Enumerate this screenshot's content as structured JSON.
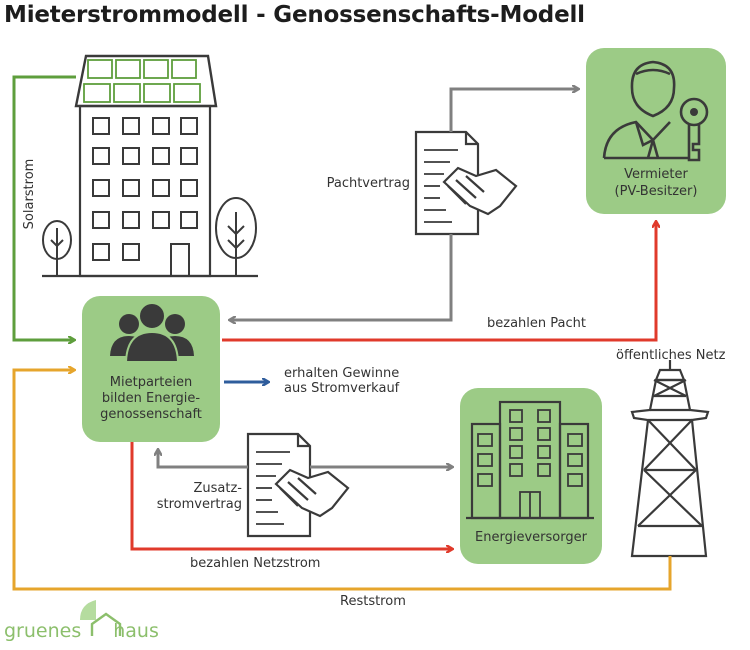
{
  "title": "Mieterstrommodell - Genossenschafts-Modell",
  "nodes": {
    "vermieter": {
      "line1": "Vermieter",
      "line2": "(PV-Besitzer)"
    },
    "mietparteien": {
      "line1": "Mietparteien",
      "line2": "bilden Energie-",
      "line3": "genossenschaft"
    },
    "energieversorger": {
      "label": "Energieversorger"
    },
    "netz": {
      "label": "öffentliches Netz"
    }
  },
  "flows": {
    "solarstrom": "Solarstrom",
    "pachtvertrag": "Pachtvertrag",
    "bezahlen_pacht": "bezahlen Pacht",
    "gewinne_line1": "erhalten Gewinne",
    "gewinne_line2": "aus Stromverkauf",
    "zusatz_line1": "Zusatz-",
    "zusatz_line2": "stromvertrag",
    "bezahlen_netzstrom": "bezahlen Netzstrom",
    "reststrom": "Reststrom"
  },
  "brand": {
    "word1": "gruenes",
    "word2": "haus"
  },
  "colors": {
    "green_box": "#9ccb86",
    "solar_green": "#5e9e3c",
    "gray_arrow": "#808080",
    "red_arrow": "#e03a2b",
    "orange_arrow": "#e6a52c",
    "blue_arrow": "#2f5d9c",
    "icon_dark": "#3a3a3a",
    "brand_green": "#8cbf6c"
  }
}
